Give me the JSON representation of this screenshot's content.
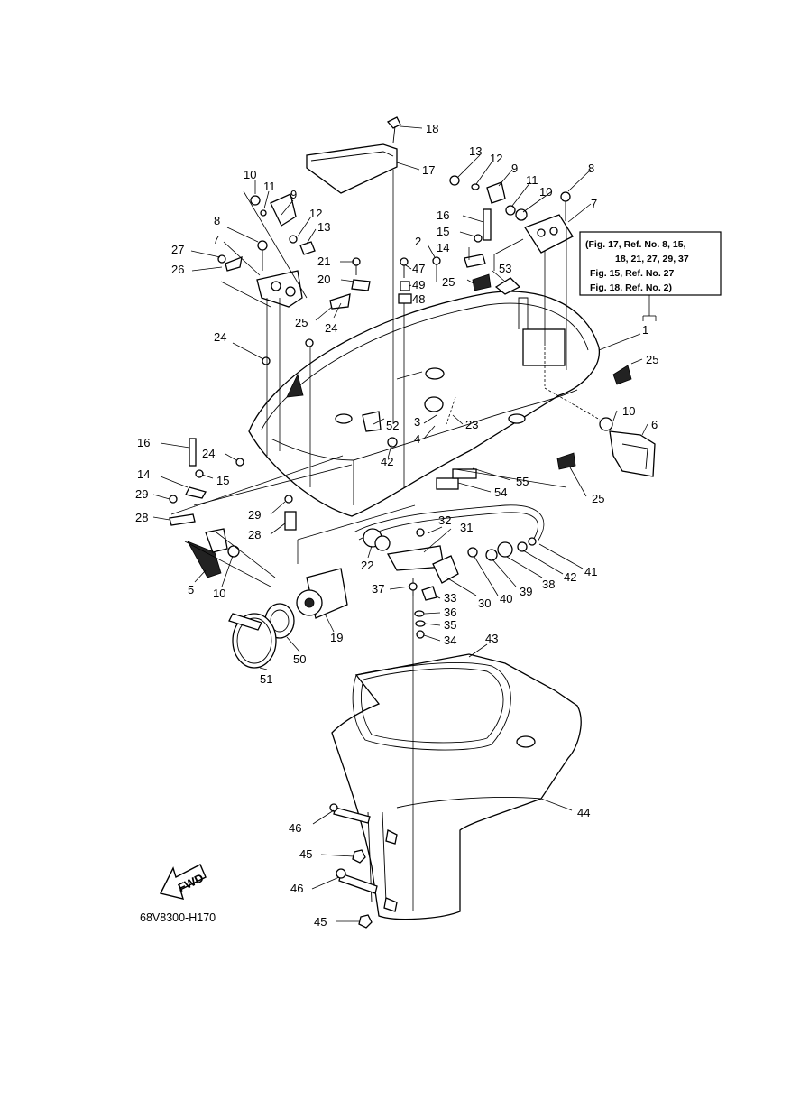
{
  "note": {
    "lines": [
      "(Fig. 17, Ref. No. 8, 15,",
      "18, 21, 27, 29, 37",
      "Fig. 15, Ref. No. 27",
      "Fig. 18, Ref. No. 2)"
    ]
  },
  "fwd_label": "FWD",
  "drawing_code": "68V8300-H170",
  "callouts": {
    "c1": "1",
    "c2a": "2",
    "c3": "3",
    "c4": "4",
    "c5": "5",
    "c6": "6",
    "c7a": "7",
    "c7b": "7",
    "c8a": "8",
    "c8b": "8",
    "c9a": "9",
    "c9b": "9",
    "c10a": "10",
    "c10b": "10",
    "c10c": "10",
    "c10d": "10",
    "c11a": "11",
    "c11b": "11",
    "c12a": "12",
    "c12b": "12",
    "c13a": "13",
    "c13b": "13",
    "c14a": "14",
    "c14b": "14",
    "c15a": "15",
    "c15b": "15",
    "c16a": "16",
    "c16b": "16",
    "c17": "17",
    "c18": "18",
    "c19": "19",
    "c20": "20",
    "c21": "21",
    "c22": "22",
    "c23": "23",
    "c24a": "24",
    "c24b": "24",
    "c24c": "24",
    "c25a": "25",
    "c25b": "25",
    "c25c": "25",
    "c25d": "25",
    "c26": "26",
    "c27": "27",
    "c28a": "28",
    "c28b": "28",
    "c29a": "29",
    "c29b": "29",
    "c30": "30",
    "c31": "31",
    "c32": "32",
    "c33": "33",
    "c34": "34",
    "c35": "35",
    "c36": "36",
    "c37": "37",
    "c38": "38",
    "c39": "39",
    "c40": "40",
    "c41": "41",
    "c42a": "42",
    "c42b": "42",
    "c43": "43",
    "c44": "44",
    "c45a": "45",
    "c45b": "45",
    "c46a": "46",
    "c46b": "46",
    "c47": "47",
    "c48": "48",
    "c49": "49",
    "c50": "50",
    "c51": "51",
    "c52": "52",
    "c53": "53",
    "c54": "54",
    "c55": "55"
  }
}
